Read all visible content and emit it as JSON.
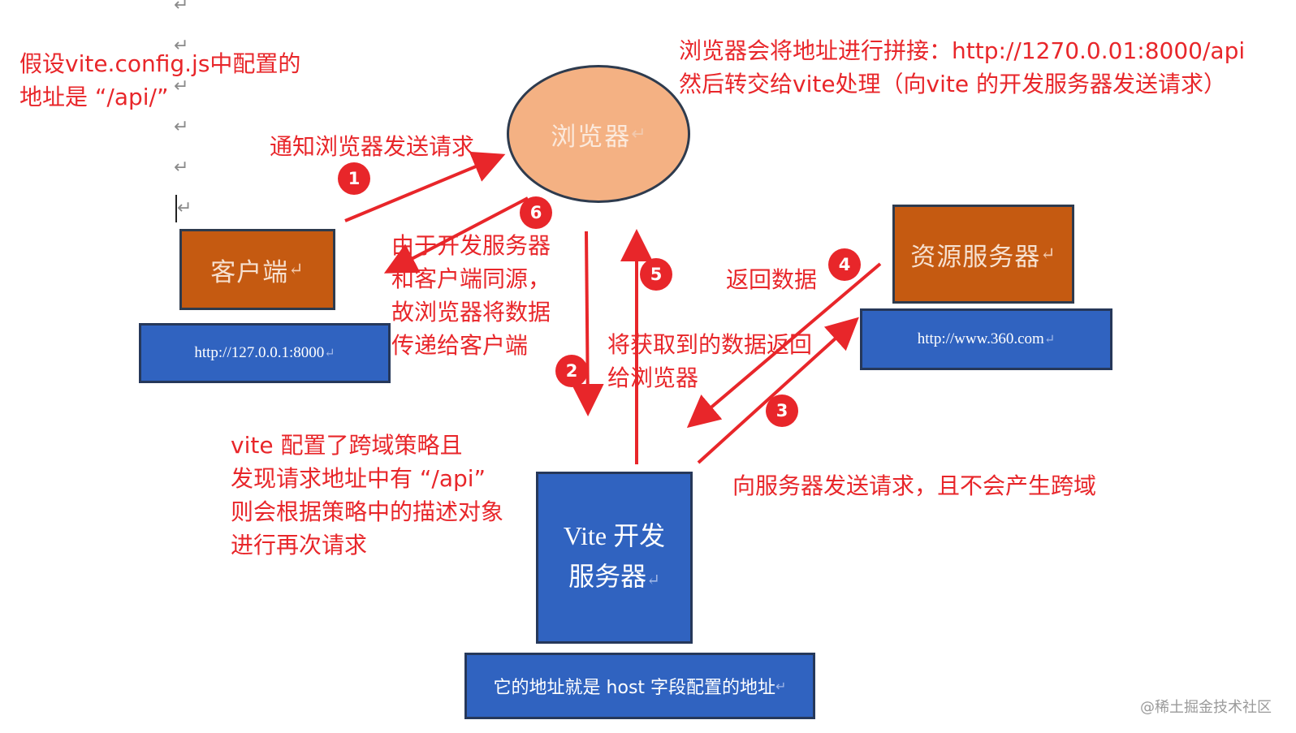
{
  "notes": {
    "assume_line1": "假设vite.config.js中配置的",
    "assume_line2": "地址是 “/api/”",
    "splice_line1": "浏览器会将地址进行拼接：http://1270.0.01:8000/api",
    "splice_line2": "然后转交给vite处理（向vite 的开发服务器发送请求）",
    "notify": "通知浏览器发送请求",
    "same_origin": [
      "由于开发服务器",
      "和客户端同源，",
      "故浏览器将数据",
      "传递给客户端"
    ],
    "return_data": "返回数据",
    "return_browser": [
      "将获取到的数据返回",
      "给浏览器"
    ],
    "vite_policy": [
      "vite 配置了跨域策略且",
      "发现请求地址中有 “/api”",
      "则会根据策略中的描述对象",
      "进行再次请求"
    ],
    "send_server": "向服务器发送请求，且不会产生跨域"
  },
  "nodes": {
    "browser": "浏览器",
    "client": "客户端",
    "client_url": "http://127.0.0.1:8000",
    "resource_server": "资源服务器",
    "resource_url": "http://www.360.com",
    "vite_line1": "Vite 开发",
    "vite_line2": "服务器",
    "vite_address": "它的地址就是  host 字段配置的地址"
  },
  "steps": [
    "1",
    "2",
    "3",
    "4",
    "5",
    "6"
  ],
  "watermark": "@稀土掘金技术社区",
  "colors": {
    "annotation_red": "#e8262a",
    "browser_fill": "#f4b183",
    "orange_box": "#c55a11",
    "blue_box": "#3063c0"
  },
  "icons": {
    "paragraph_mark": "return-arrow-icon"
  }
}
